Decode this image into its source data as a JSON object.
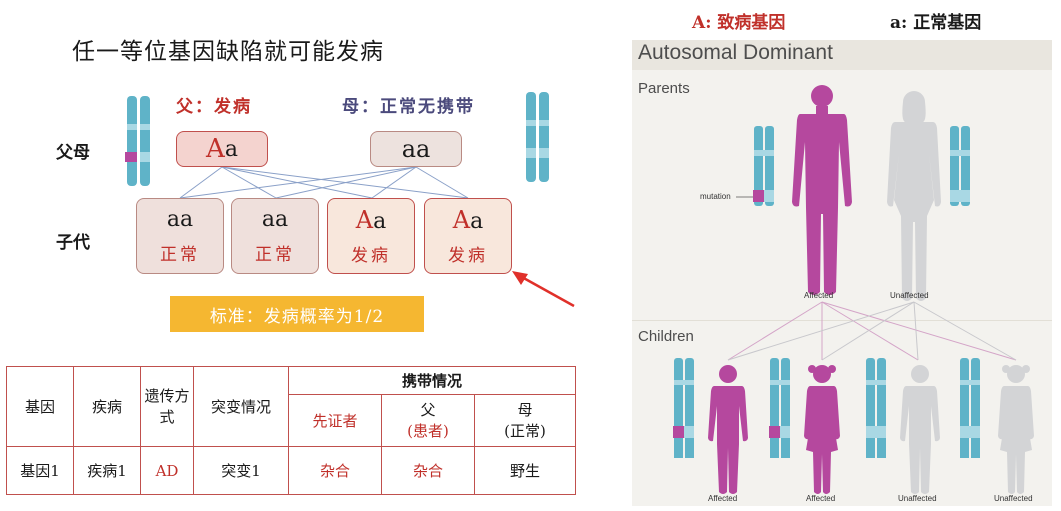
{
  "left": {
    "title": "任一等位基因缺陷就可能发病",
    "parents_label": "父母",
    "children_label": "子代",
    "father_label": "父：发病",
    "mother_label": "母：正常无携带",
    "father_genotype": {
      "big": "A",
      "small": "a"
    },
    "mother_genotype": "aa",
    "children": [
      {
        "genotype": "aa",
        "phenotype": "正常",
        "affected": false
      },
      {
        "genotype": "aa",
        "phenotype": "正常",
        "affected": false
      },
      {
        "big": "A",
        "small": "a",
        "phenotype": "发病",
        "affected": true
      },
      {
        "big": "A",
        "small": "a",
        "phenotype": "发病",
        "affected": true
      }
    ],
    "standard": "标准：发病概率为1/2"
  },
  "table": {
    "headers": {
      "gene": "基因",
      "disease": "疾病",
      "inheritance": "遗传方式",
      "mutation": "突变情况",
      "carrier": "携带情况",
      "proband": "先证者",
      "father_line1": "父",
      "father_line2": "(患者)",
      "mother_line1": "母",
      "mother_line2": "(正常)"
    },
    "row": {
      "gene": "基因1",
      "disease": "疾病1",
      "inheritance": "AD",
      "mutation": "突变1",
      "proband": "杂合",
      "father": "杂合",
      "mother": "野生"
    }
  },
  "right": {
    "legend_A": "A: 致病基因",
    "legend_a": "a: 正常基因",
    "title": "Autosomal Dominant",
    "parents_label": "Parents",
    "children_label": "Children",
    "mutation_label": "mutation",
    "parent_labels": [
      "Affected",
      "Unaffected"
    ],
    "child_labels": [
      "Affected",
      "Affected",
      "Unaffected",
      "Unaffected"
    ]
  },
  "colors": {
    "affected": "#b5489e",
    "unaffected": "#d3d4d6",
    "chromosome": "#5fb3c8",
    "chromosome_light": "#a9d8e4",
    "mutation": "#b5489e",
    "table_border": "#c0504d",
    "red_text": "#c0302a",
    "standard_bg": "#f5b731"
  }
}
